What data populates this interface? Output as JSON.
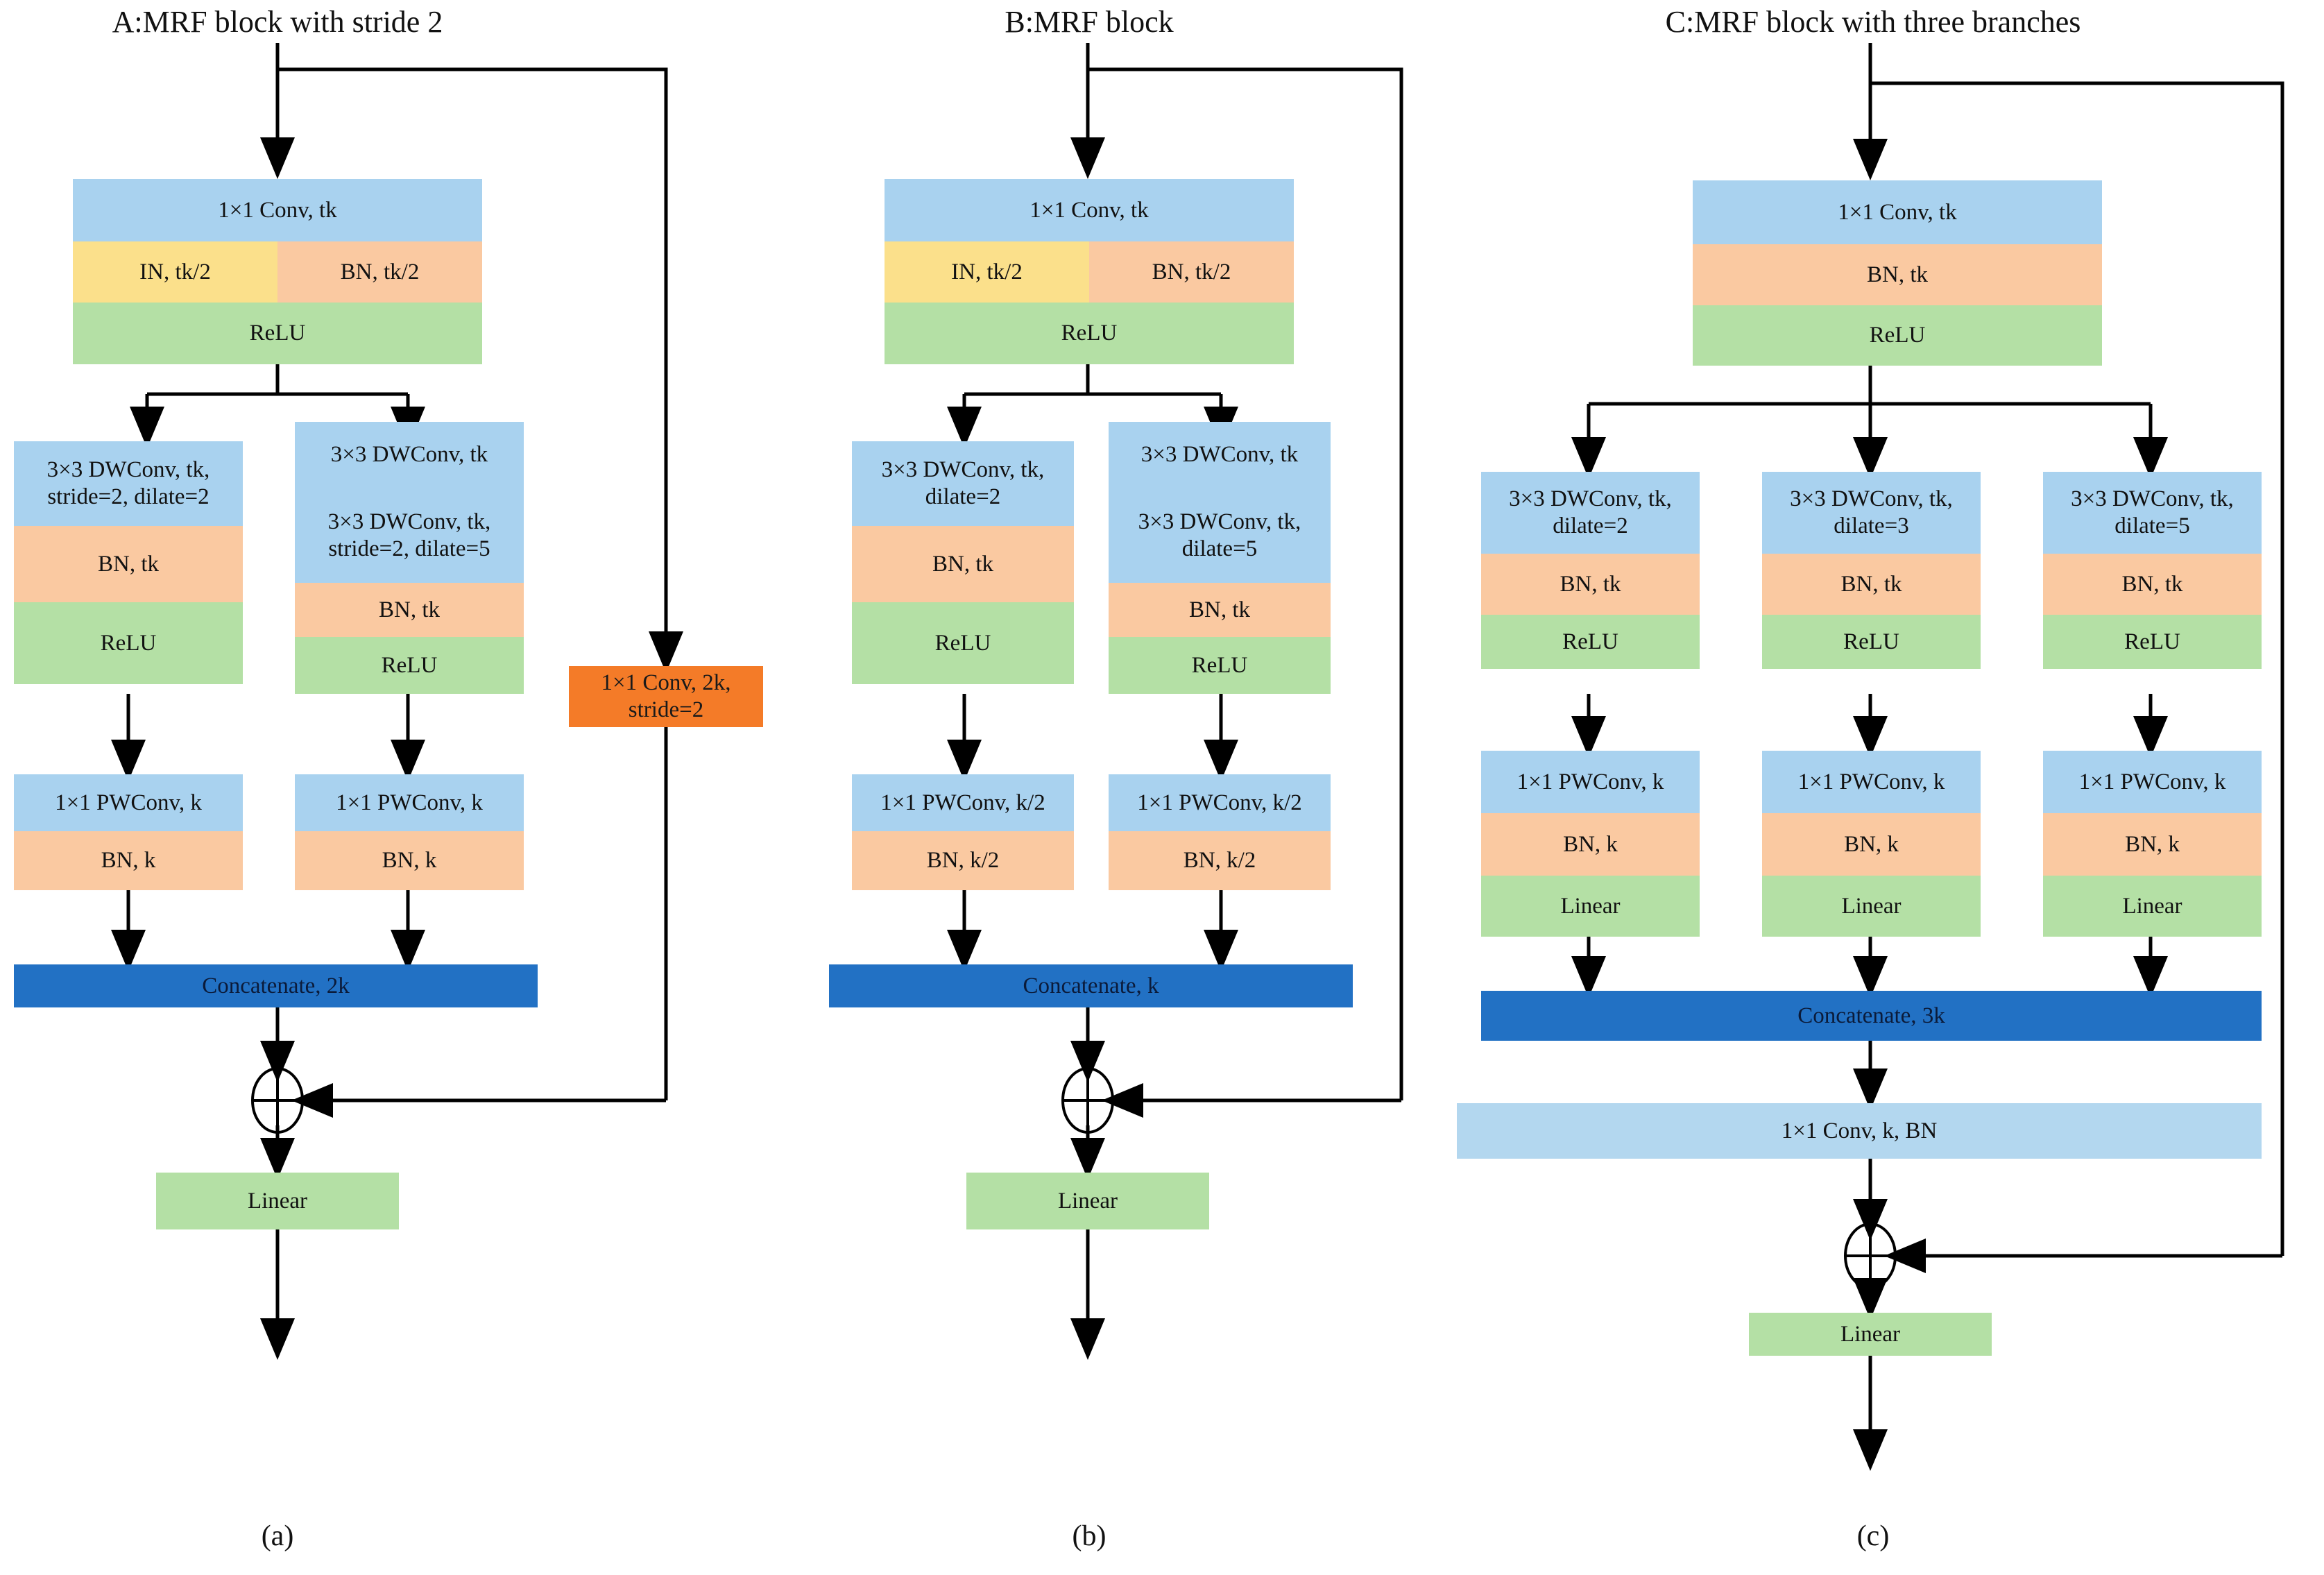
{
  "figure": {
    "captions": [
      {
        "id": "a",
        "text": "(a)"
      },
      {
        "id": "b",
        "text": "(b)"
      },
      {
        "id": "c",
        "text": "(c)"
      }
    ]
  },
  "palette": {
    "conv_blue": "#a9d2ef",
    "light_blue": "#b3d7ef",
    "instance_norm_yellow": "#fbe08b",
    "batch_norm_salmon": "#fac9a1",
    "activation_green": "#b4e0a5",
    "concat_dark_blue": "#2271c4",
    "shortcut_orange": "#f47b28",
    "line_black": "#000000"
  },
  "panels": [
    {
      "key": "a",
      "title": "A:MRF block with stride 2",
      "stem": {
        "conv": "1×1 Conv, tk",
        "norm_left": "IN, tk/2",
        "norm_right": "BN, tk/2",
        "act": "ReLU"
      },
      "branches": [
        {
          "dwconv": "3×3 DWConv, tk, stride=2, dilate=2",
          "bn": "BN, tk",
          "act": "ReLU",
          "pwconv": "1×1 PWConv, k",
          "pw_bn": "BN, k"
        },
        {
          "dwconv_top": "3×3 DWConv, tk",
          "dwconv_bottom": "3×3 DWConv, tk, stride=2, dilate=5",
          "bn": "BN, tk",
          "act": "ReLU",
          "pwconv": "1×1 PWConv, k",
          "pw_bn": "BN, k"
        }
      ],
      "shortcut_block": "1×1 Conv, 2k, stride=2",
      "concat": "Concatenate, 2k",
      "add_symbol": "⊕",
      "output": "Linear"
    },
    {
      "key": "b",
      "title": "B:MRF block",
      "stem": {
        "conv": "1×1 Conv, tk",
        "norm_left": "IN, tk/2",
        "norm_right": "BN, tk/2",
        "act": "ReLU"
      },
      "branches": [
        {
          "dwconv": "3×3 DWConv, tk, dilate=2",
          "bn": "BN, tk",
          "act": "ReLU",
          "pwconv": "1×1 PWConv, k/2",
          "pw_bn": "BN, k/2"
        },
        {
          "dwconv_top": "3×3 DWConv, tk",
          "dwconv_bottom": "3×3 DWConv, tk, dilate=5",
          "bn": "BN, tk",
          "act": "ReLU",
          "pwconv": "1×1 PWConv, k/2",
          "pw_bn": "BN, k/2"
        }
      ],
      "concat": "Concatenate, k",
      "add_symbol": "⊕",
      "output": "Linear"
    },
    {
      "key": "c",
      "title": "C:MRF block with three branches",
      "stem": {
        "conv": "1×1 Conv, tk",
        "bn": "BN, tk",
        "act": "ReLU"
      },
      "branches": [
        {
          "dwconv": "3×3 DWConv, tk, dilate=2",
          "bn": "BN, tk",
          "act": "ReLU",
          "pwconv": "1×1 PWConv, k",
          "pw_bn": "BN, k",
          "pw_act": "Linear"
        },
        {
          "dwconv": "3×3 DWConv, tk, dilate=3",
          "bn": "BN, tk",
          "act": "ReLU",
          "pwconv": "1×1 PWConv, k",
          "pw_bn": "BN, k",
          "pw_act": "Linear"
        },
        {
          "dwconv": "3×3 DWConv, tk, dilate=5",
          "bn": "BN, tk",
          "act": "ReLU",
          "pwconv": "1×1 PWConv, k",
          "pw_bn": "BN, k",
          "pw_act": "Linear"
        }
      ],
      "concat": "Concatenate, 3k",
      "post_conv": "1×1 Conv, k, BN",
      "add_symbol": "⊕",
      "output": "Linear"
    }
  ]
}
